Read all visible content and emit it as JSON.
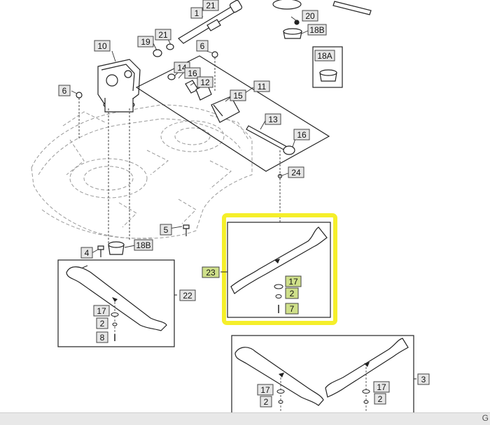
{
  "callouts": {
    "c1": "1",
    "c2_a": "2",
    "c2_b": "2",
    "c2_c": "2",
    "c2_d": "2",
    "c3": "3",
    "c4": "4",
    "c5": "5",
    "c6_a": "6",
    "c6_b": "6",
    "c7": "7",
    "c8": "8",
    "c10": "10",
    "c11": "11",
    "c12": "12",
    "c13": "13",
    "c14": "14",
    "c15": "15",
    "c16_a": "16",
    "c16_b": "16",
    "c17_a": "17",
    "c17_b": "17",
    "c17_c": "17",
    "c17_d": "17",
    "c18a": "18A",
    "c18b_a": "18B",
    "c18b_b": "18B",
    "c19": "19",
    "c20": "20",
    "c21_a": "21",
    "c21_b": "21",
    "c22": "22",
    "c23": "23",
    "c24": "24"
  },
  "corner_text": "G",
  "colors": {
    "highlight": "#f5ef2a",
    "callout_fill": "#e6e6e6",
    "callout_highlight_fill": "#cfe08a",
    "line": "#222222"
  }
}
